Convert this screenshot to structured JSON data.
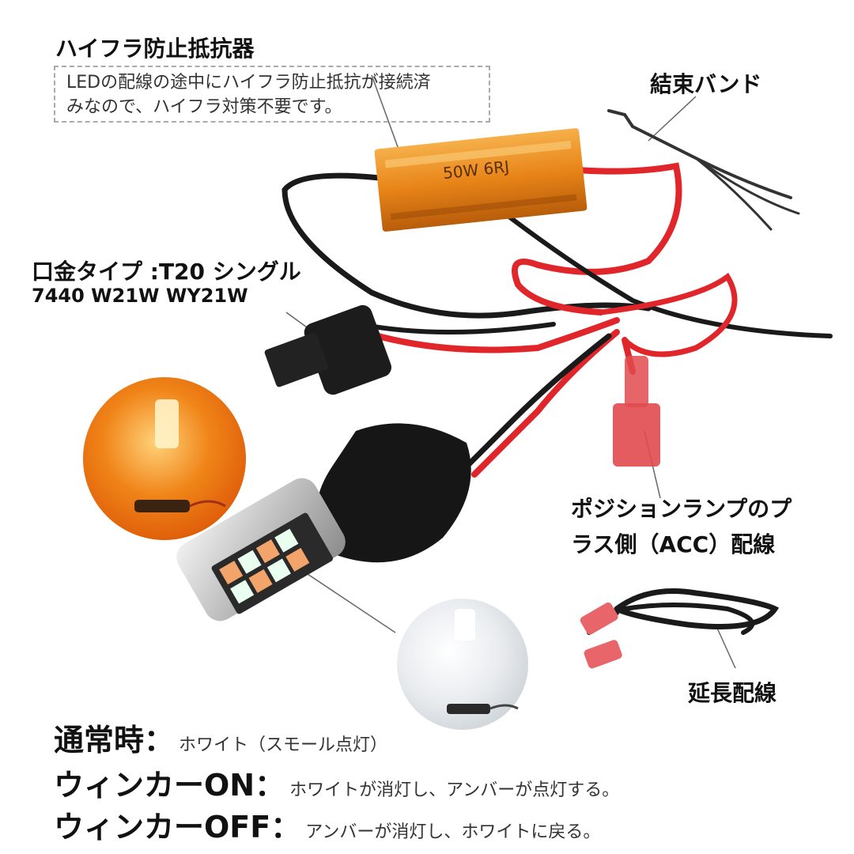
{
  "callouts": {
    "resistor_title": "ハイフラ防止抵抗器",
    "resistor_note_line1": "LEDの配線の途中にハイフラ防止抵抗が接続済",
    "resistor_note_line2": "みなので、ハイフラ対策不要です。",
    "cable_tie": "結束バンド",
    "socket_line1": "口金タイプ :T20 シングル",
    "socket_line2": "7440 W21W WY21W",
    "position_line1": "ポジションランプのプ",
    "position_line2": "ラス側（ACC）配線",
    "extension": "延長配線"
  },
  "resistor_print": "50W 6RJ",
  "modes": [
    {
      "head": "通常時：",
      "desc": "ホワイト（スモール点灯）"
    },
    {
      "head": "ウィンカーON：",
      "desc": "ホワイトが消灯し、アンバーが点灯する。"
    },
    {
      "head": "ウィンカーOFF：",
      "desc": "アンバーが消灯し、ホワイトに戻る。"
    }
  ],
  "colors": {
    "amber": "#f07a10",
    "white_glow": "#e8ecef",
    "wire_red": "#e0262b",
    "wire_black": "#1a1a1a",
    "resistor_gold": "#e88a18"
  }
}
